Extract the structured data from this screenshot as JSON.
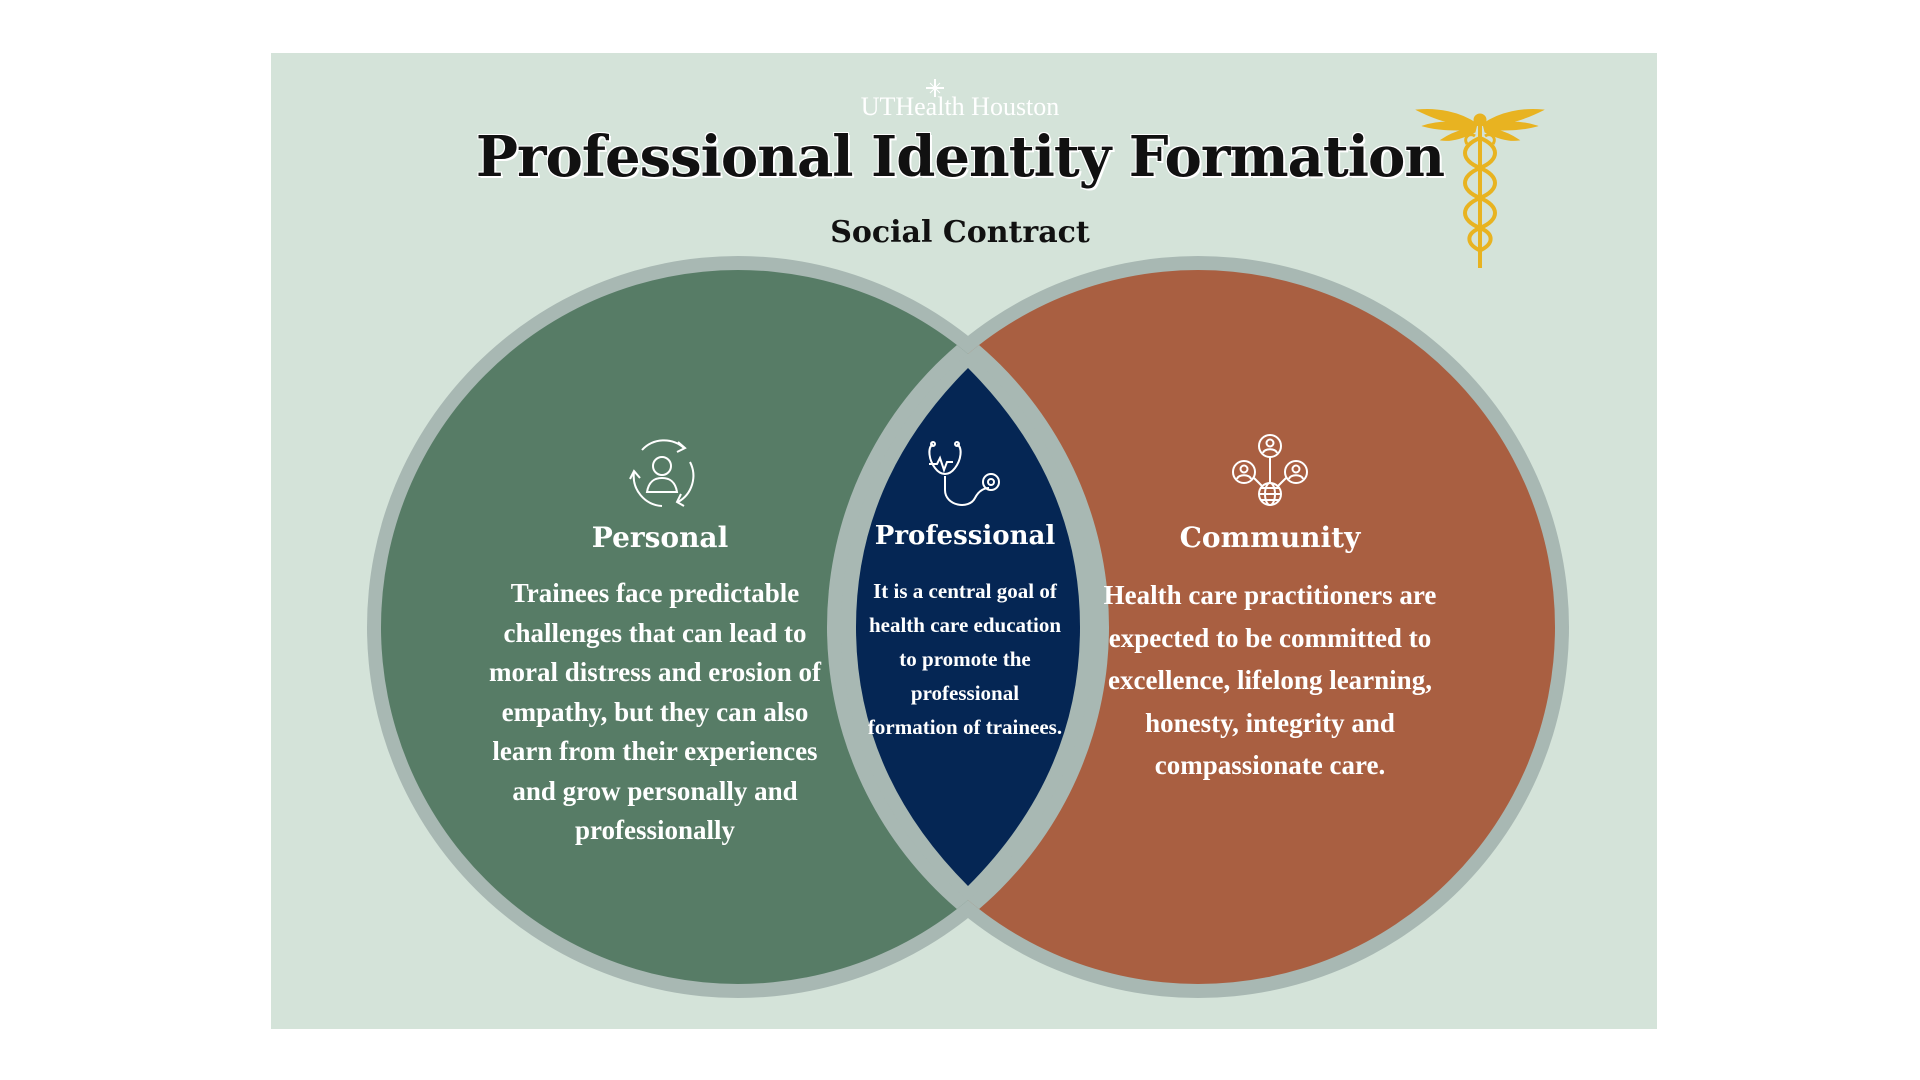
{
  "logo": {
    "text": "UTHealth Houston"
  },
  "title": "Professional Identity Formation",
  "subtitle": "Social Contract",
  "colors": {
    "background": "#d4e3d9",
    "ring": "#a8b8b3",
    "personal": "#577c66",
    "community": "#a95f41",
    "professional": "#052654",
    "caduceus": "#e8b321"
  },
  "sections": {
    "personal": {
      "icon": "person-cycle-icon",
      "title": "Personal",
      "text": "Trainees face predictable challenges that can lead to moral distress and erosion of empathy, but they can also learn from their experiences and grow personally and professionally"
    },
    "professional": {
      "icon": "stethoscope-icon",
      "title": "Professional",
      "text": "It is a central goal of health care education to promote the professional formation of trainees."
    },
    "community": {
      "icon": "community-network-icon",
      "title": "Community",
      "text": "Health care practitioners are expected to be committed to excellence, lifelong learning, honesty, integrity and compassionate care."
    }
  },
  "decoration": {
    "caduceus": "caduceus-icon"
  }
}
